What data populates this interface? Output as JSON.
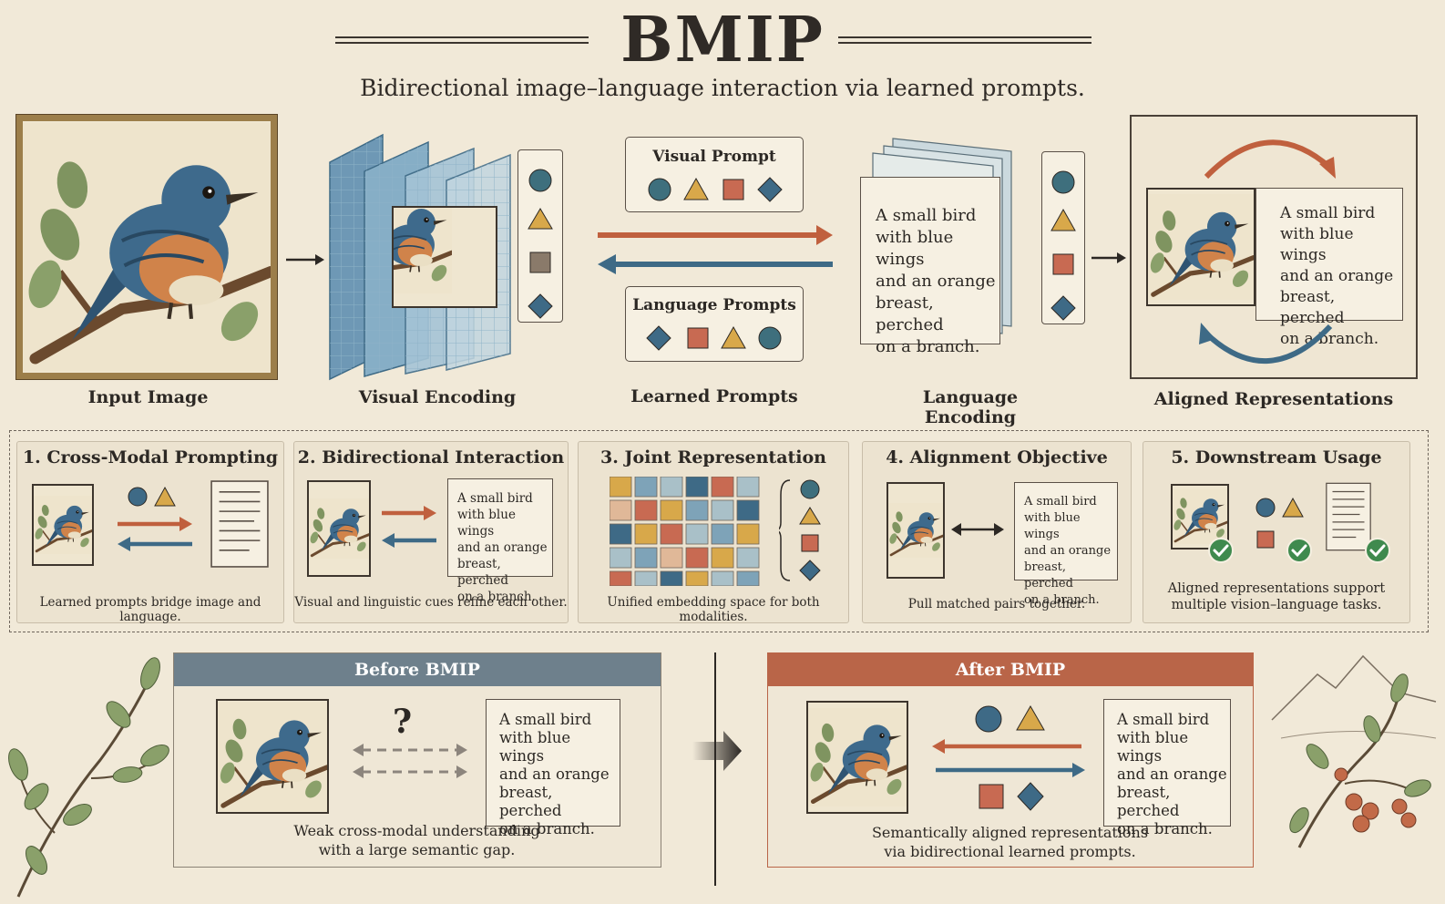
{
  "title": "BMIP",
  "subtitle": "Bidirectional image–language interaction via learned prompts.",
  "pipeline": {
    "input_image": "Input Image",
    "visual_encoding": "Visual Encoding",
    "learned_prompts": "Learned Prompts",
    "language_encoding": "Language Encoding",
    "aligned_representations": "Aligned Representations",
    "visual_prompt_label": "Visual Prompt",
    "language_prompts_label": "Language Prompts",
    "caption_lines": [
      "A small bird",
      "with blue wings",
      "and an orange",
      "breast, perched",
      "on a branch."
    ]
  },
  "steps": [
    {
      "title": "1. Cross-Modal Prompting",
      "caption": "Learned prompts bridge image and language."
    },
    {
      "title": "2. Bidirectional Interaction",
      "caption": "Visual and linguistic cues refine each other."
    },
    {
      "title": "3. Joint Representation",
      "caption": "Unified embedding space for both modalities."
    },
    {
      "title": "4. Alignment Objective",
      "caption": "Pull matched pairs together."
    },
    {
      "title": "5. Downstream Usage",
      "caption_lines": [
        "Aligned representations support",
        "multiple vision–language tasks."
      ]
    }
  ],
  "before": {
    "title": "Before BMIP",
    "question": "?",
    "caption_lines": [
      "Weak cross-modal understanding",
      "with a large semantic gap."
    ]
  },
  "after": {
    "title": "After BMIP",
    "caption_lines": [
      "Semantically aligned representations",
      "via bidirectional learned prompts."
    ]
  },
  "colors": {
    "blue": "#3e6a86",
    "orange": "#c0603e",
    "teal": "#3e6f7d",
    "gold": "#d8a84a",
    "brick": "#c86a52",
    "slate_header": "#6e808c",
    "rust_header": "#b96548",
    "check": "#3f8a4e"
  }
}
